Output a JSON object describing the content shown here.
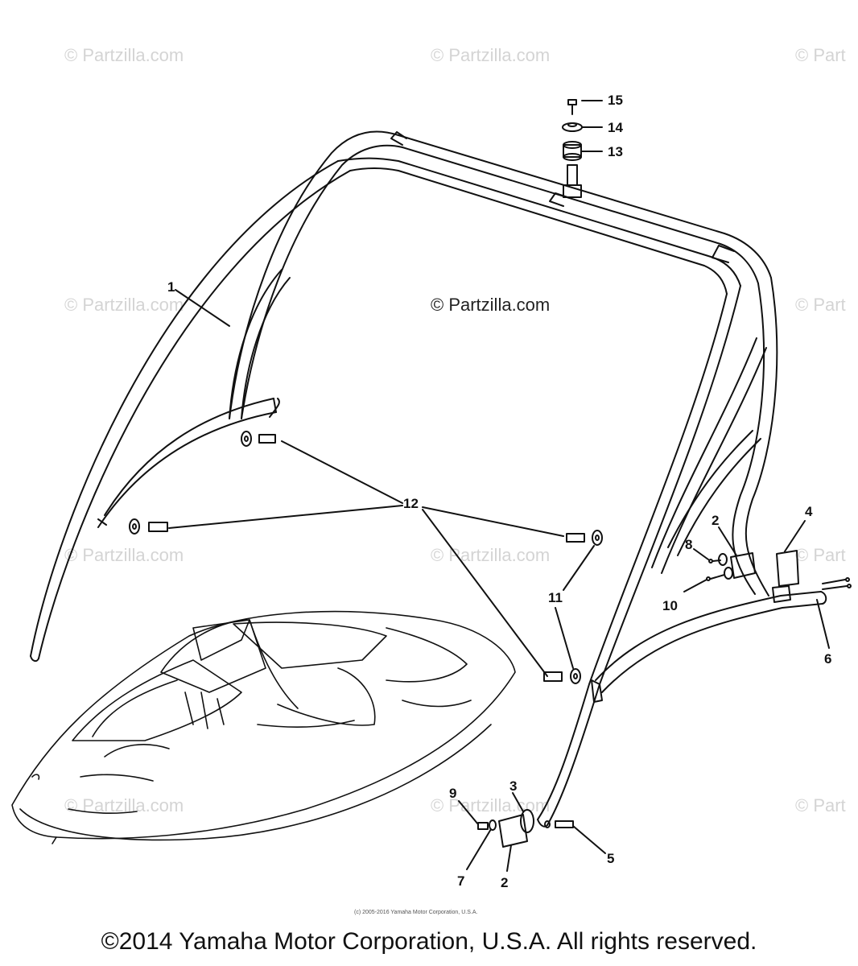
{
  "watermark_text": "© Partzilla.com",
  "watermark_text_cut": "© Part",
  "center_watermark": "© Partzilla.com",
  "callouts": {
    "c1": "1",
    "c2a": "2",
    "c2b": "2",
    "c3": "3",
    "c4": "4",
    "c5": "5",
    "c6": "6",
    "c7": "7",
    "c8": "8",
    "c9": "9",
    "c10": "10",
    "c11": "11",
    "c12": "12",
    "c13": "13",
    "c14": "14",
    "c15": "15"
  },
  "small_note": "(c) 2005-2016 Yamaha Motor Corporation, U.S.A.",
  "footer": "©2014 Yamaha Motor Corporation, U.S.A. All rights reserved."
}
